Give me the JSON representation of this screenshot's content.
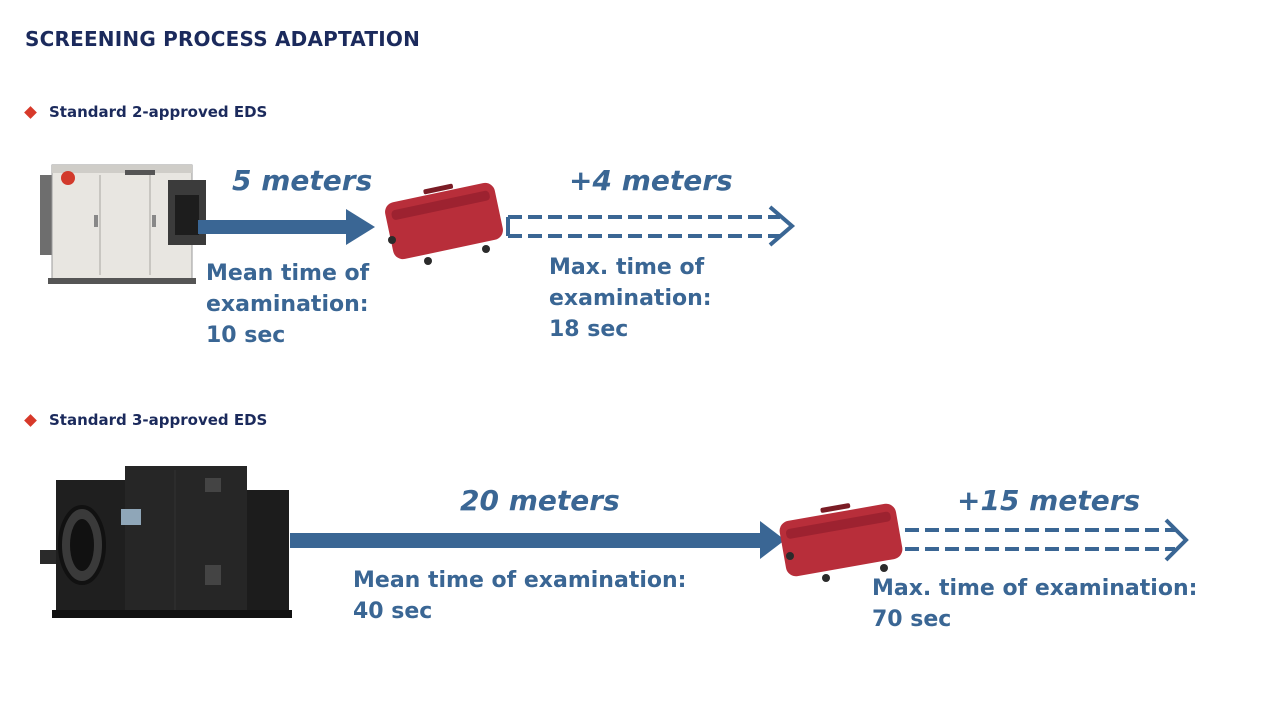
{
  "title": "SCREENING PROCESS ADAPTATION",
  "sections": [
    {
      "label": "Standard 2-approved EDS",
      "distance": "5 meters",
      "extra_distance": "+4 meters",
      "mean_lines": [
        "Mean time of",
        "examination:",
        "10 sec"
      ],
      "max_lines": [
        "Max. time of",
        "examination:",
        "18 sec"
      ]
    },
    {
      "label": "Standard 3-approved EDS",
      "distance": "20 meters",
      "extra_distance": "+15 meters",
      "mean_lines": [
        "Mean time of examination:",
        "40 sec"
      ],
      "max_lines": [
        "Max. time of examination:",
        "70 sec"
      ]
    }
  ],
  "colors": {
    "title": "#1b2a5c",
    "accent": "#3a6694",
    "bullet": "#d7392a",
    "suitcase": "#b82e3a"
  },
  "icons": [
    "eds-machine-standard-2",
    "eds-machine-standard-3",
    "suitcase-icon"
  ]
}
